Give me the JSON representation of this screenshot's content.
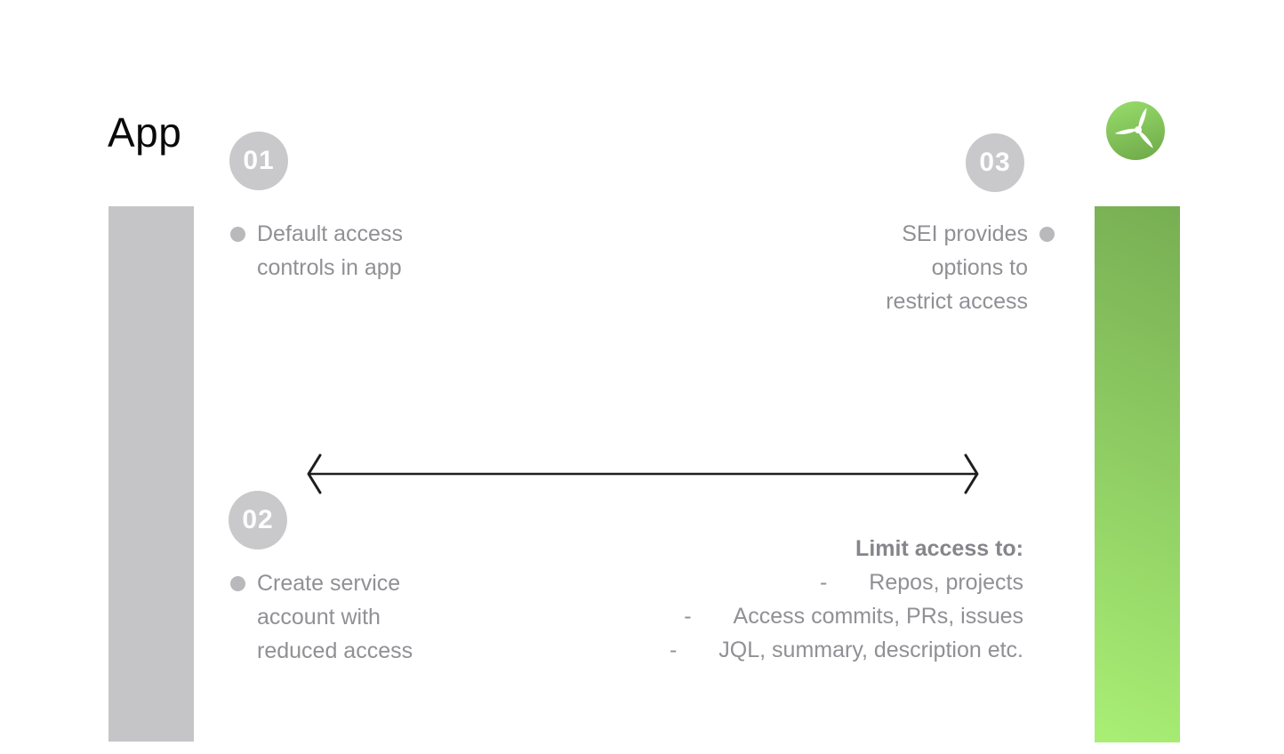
{
  "title": "App",
  "steps": {
    "step1": {
      "number": "01",
      "lines": [
        "Default access",
        "controls in app"
      ]
    },
    "step2": {
      "number": "02",
      "lines": [
        "Create service",
        "account with",
        "reduced access"
      ]
    },
    "step3": {
      "number": "03",
      "lines": [
        "SEI provides",
        "options to",
        "restrict access"
      ]
    }
  },
  "limit": {
    "title": "Limit access to:",
    "dash": "-",
    "items": [
      "Repos, projects",
      "Access commits, PRs, issues",
      "JQL, summary, description etc."
    ]
  },
  "icons": {
    "logo": "propeller-icon",
    "bullet": "dot-icon",
    "arrow": "double-headed-arrow-icon"
  },
  "colors": {
    "canvas_bg": "#ffffff",
    "title_text": "#0a0a0a",
    "bar_gray": "#c5c5c7",
    "badge_bg": "#c9c9cb",
    "badge_text": "#fdfdfd",
    "text_gray": "#909095",
    "text_bold": "#85858b",
    "bullet": "#b9b9bc",
    "arrow": "#1e1e20",
    "green_bar_top": "#77ae53",
    "green_bar_bottom": "#a9ef75",
    "logo_green_top": "#96da69",
    "logo_green_bottom": "#72ad4c",
    "logo_blades": "#ffffff"
  }
}
